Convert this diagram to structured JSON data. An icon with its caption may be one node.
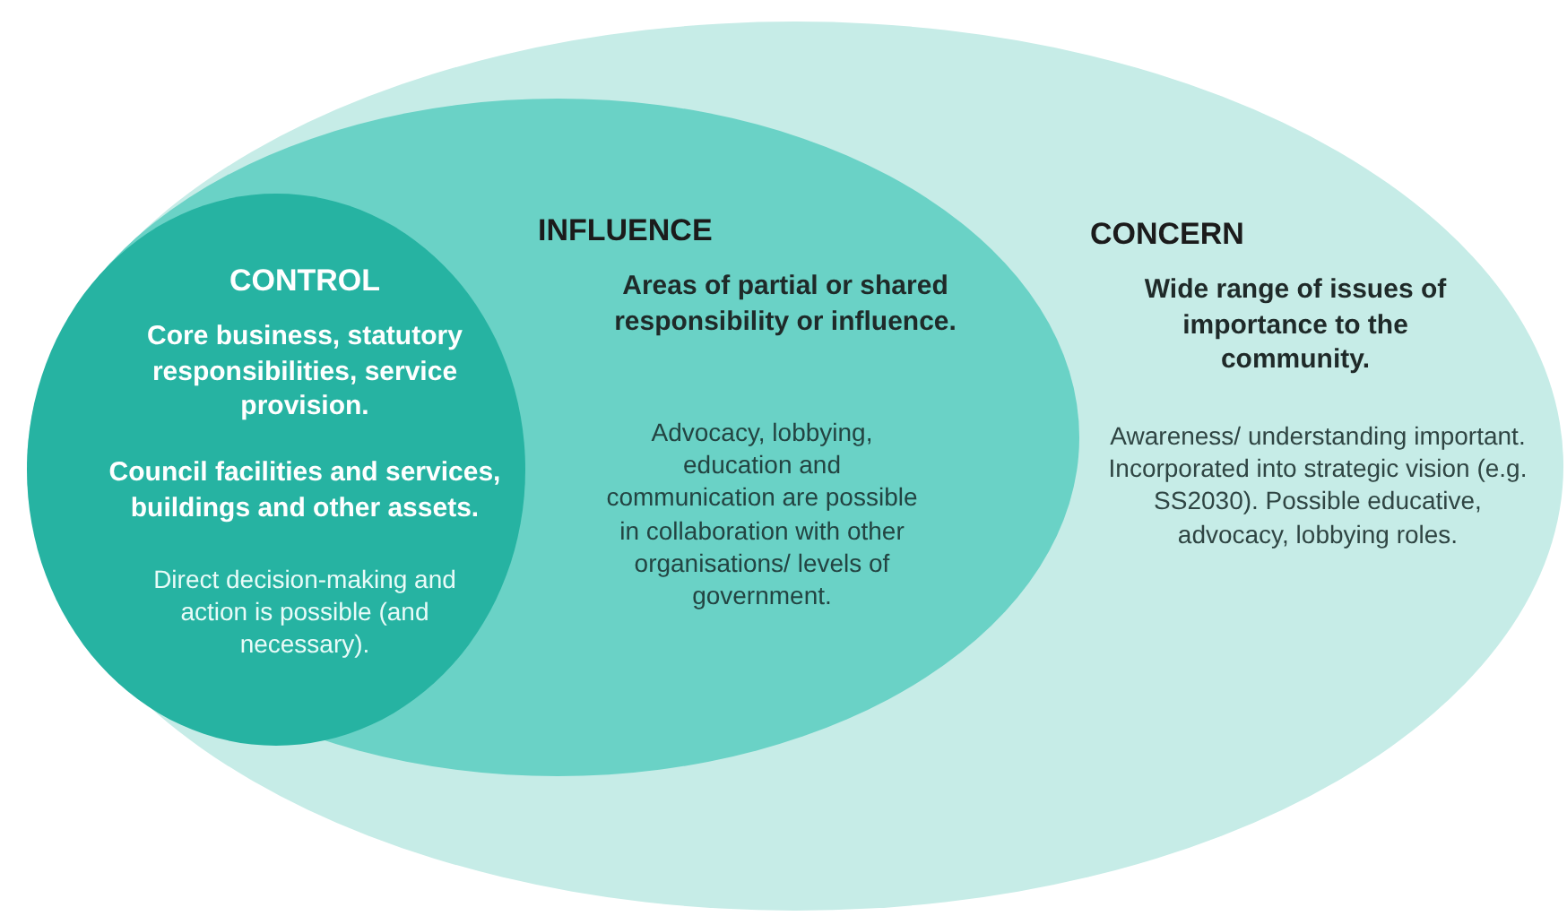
{
  "diagram": {
    "nodes": [
      {
        "text": [
          "CONCERN",
          "Wide range of issues of importance to the community.",
          "Awareness/ understanding important. Incorporated into strategic vision (e.g. SS2030). Possible educative, advocacy, lobbying roles."
        ]
      },
      {
        "text": [
          "INFLUENCE",
          "Areas of partial or shared responsibility or influence.",
          "Advocacy, lobbying, education and communication are possible in collaboration with other organisations/ levels of government."
        ],
        "in": 0
      },
      {
        "text": [
          "CONTROL",
          "Core business, statutory responsibilities, service provision.",
          "Council facilities and services, buildings and other assets.",
          "Direct decision-making and action is possible (and necessary)."
        ],
        "in": 1
      }
    ]
  }
}
